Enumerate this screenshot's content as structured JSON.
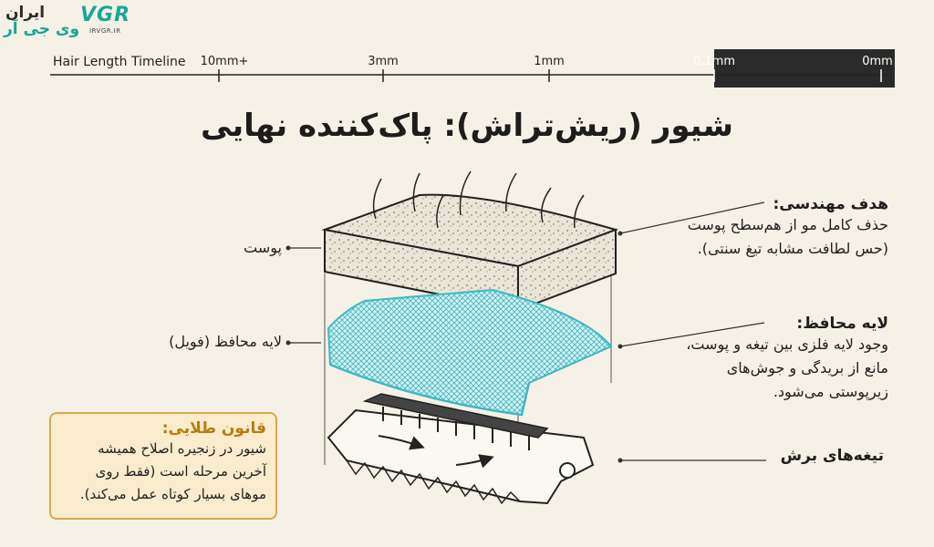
{
  "logo": {
    "fa_line1": "ایران",
    "fa_line2": "وی جی آر",
    "brand": "VGR",
    "url": "IRVGR.IR"
  },
  "timeline": {
    "title": "Hair Length Timeline",
    "ticks": [
      {
        "label": "10mm+"
      },
      {
        "label": "3mm"
      },
      {
        "label": "1mm"
      },
      {
        "label": "0.1mm"
      },
      {
        "label": "0mm"
      }
    ],
    "highlight_color": "#2a2a2a"
  },
  "title": "شیور (ریش‌تراش): پاک‌کننده نهایی",
  "left_labels": {
    "skin": "پوست",
    "foil": "لایه محافظ (فویل)"
  },
  "goal": {
    "heading": "هدف مهندسی:",
    "line1": "حذف کامل مو از هم‌سطح پوست",
    "line2": "(حس لطافت مشابه تیغ سنتی)."
  },
  "shield": {
    "heading": "لایه محافظ:",
    "line1": "وجود لایه فلزی بین تیغه و پوست،",
    "line2": "مانع از بریدگی و جوش‌های",
    "line3": "زیرپوستی می‌شود."
  },
  "blades": {
    "label": "تیغه‌های برش"
  },
  "golden_rule": {
    "heading": "قانون طلایی:",
    "line1": "شیور در زنجیره اصلاح همیشه",
    "line2": "آخرین مرحله است (فقط روی",
    "line3": "موهای بسیار کوتاه عمل می‌کند)."
  },
  "colors": {
    "foil": "#3fb8c4",
    "accent_box": "#fbeccd",
    "accent_border": "#d9a84a",
    "accent_text": "#b87a12",
    "brand": "#17a69a"
  }
}
